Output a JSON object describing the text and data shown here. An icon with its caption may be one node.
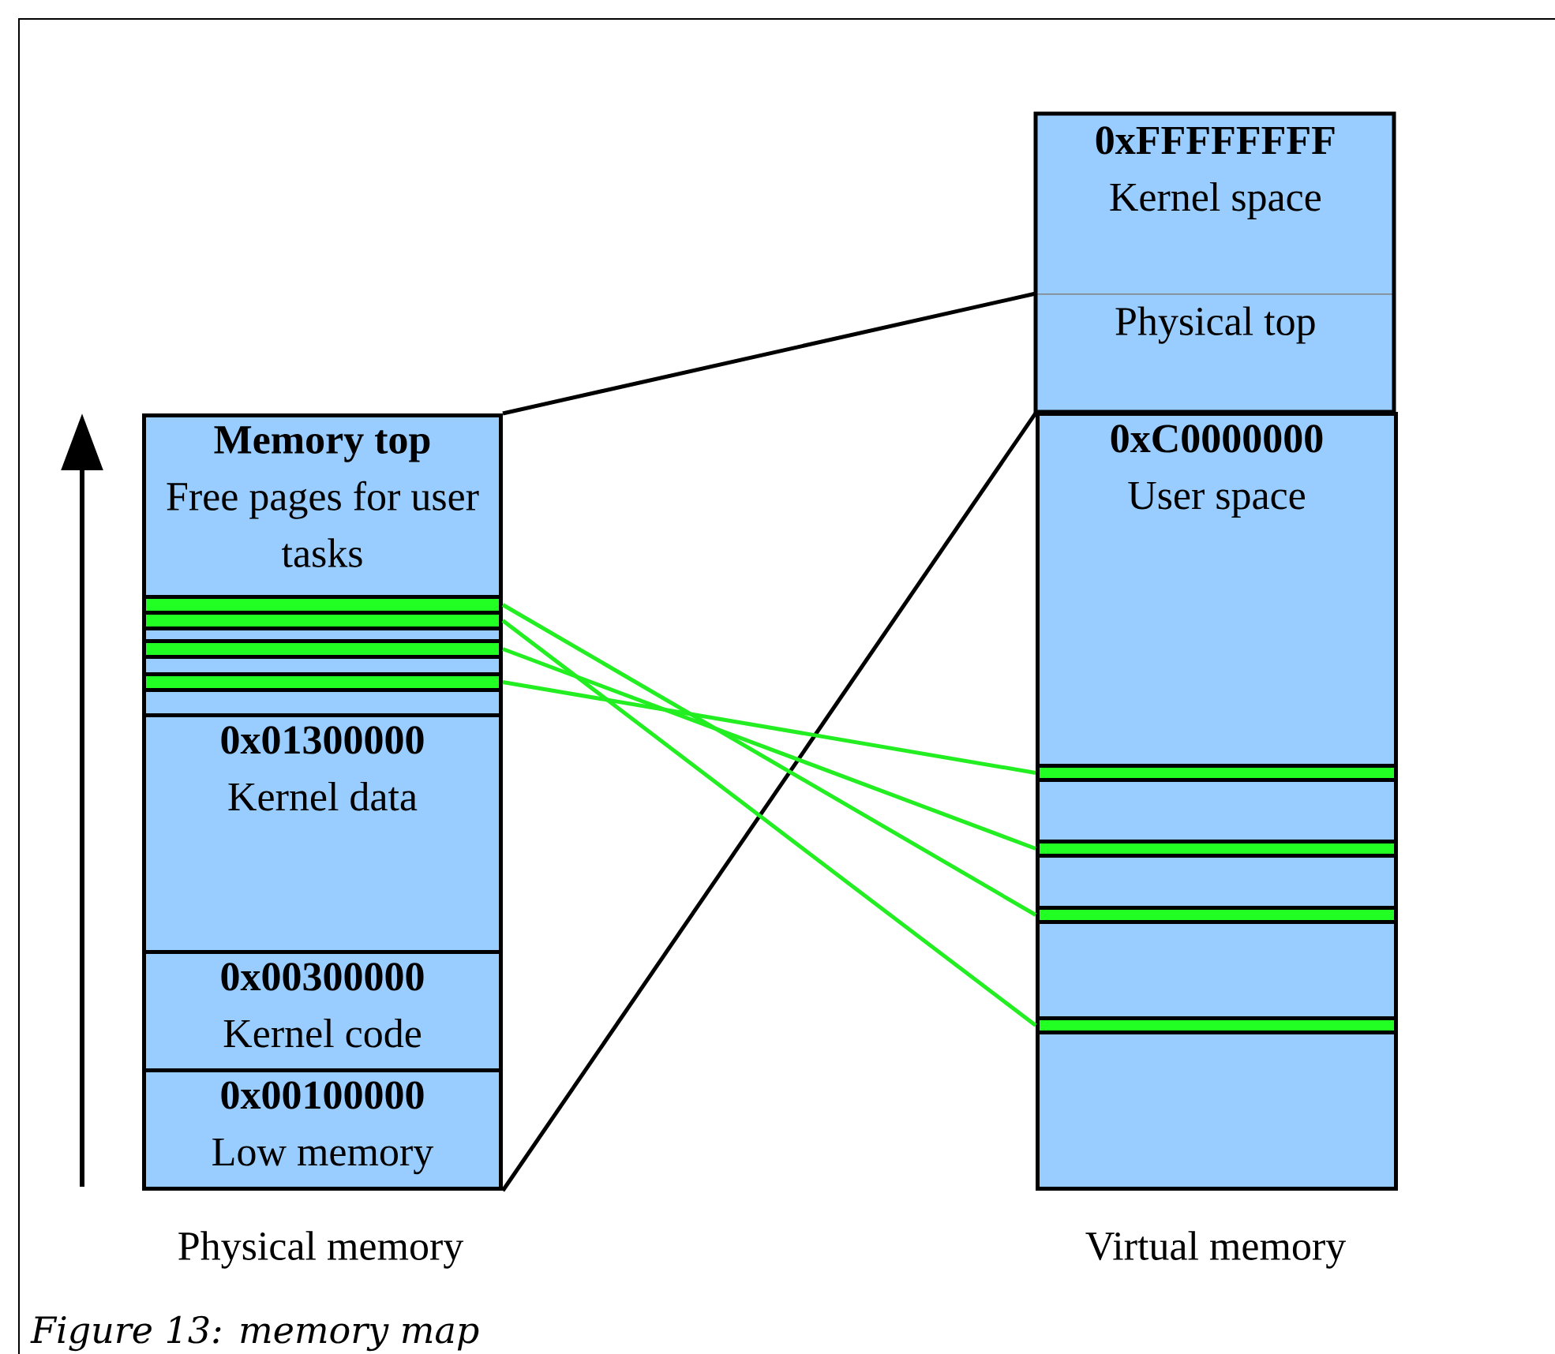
{
  "diagram": {
    "caption": "Figure 13: memory map",
    "nodes": [
      {
        "text": [
          "Memory top",
          "Free pages for user tasks"
        ]
      },
      {
        "text": [],
        "shape": "bar"
      },
      {
        "text": [],
        "shape": "bar"
      },
      {
        "text": [],
        "shape": "box"
      },
      {
        "text": [],
        "shape": "bar"
      },
      {
        "text": [],
        "shape": "box"
      },
      {
        "text": [],
        "shape": "bar"
      },
      {
        "text": [],
        "shape": "box"
      },
      {
        "text": [
          "0x01300000",
          "Kernel data"
        ]
      },
      {
        "text": [
          "0x00300000",
          "Kernel code"
        ]
      },
      {
        "text": [
          "0x00100000",
          "Low memory"
        ]
      },
      {
        "text": [
          "0xFFFFFFFF",
          "Kernel space"
        ]
      },
      {
        "text": [
          "Physical top"
        ]
      },
      {
        "text": [
          "0xC0000000",
          "User space"
        ]
      },
      {
        "text": [],
        "shape": "bar",
        "in": 13
      },
      {
        "text": [],
        "shape": "bar",
        "in": 13
      },
      {
        "text": [],
        "shape": "bar",
        "in": 13
      },
      {
        "text": [],
        "shape": "bar",
        "in": 13
      }
    ],
    "edges": [
      {
        "from": 0,
        "to": 12,
        "arrow": "none",
        "color": "#000000"
      },
      {
        "from": 10,
        "to": 12,
        "arrow": "none",
        "color": "#000000"
      },
      {
        "from": 1,
        "to": 16,
        "arrow": "none"
      },
      {
        "from": 2,
        "to": 17,
        "arrow": "none"
      },
      {
        "from": 4,
        "to": 15,
        "arrow": "none"
      },
      {
        "from": 6,
        "to": 14,
        "arrow": "none"
      }
    ],
    "labels": [
      "Physical memory",
      "Virtual memory"
    ]
  }
}
